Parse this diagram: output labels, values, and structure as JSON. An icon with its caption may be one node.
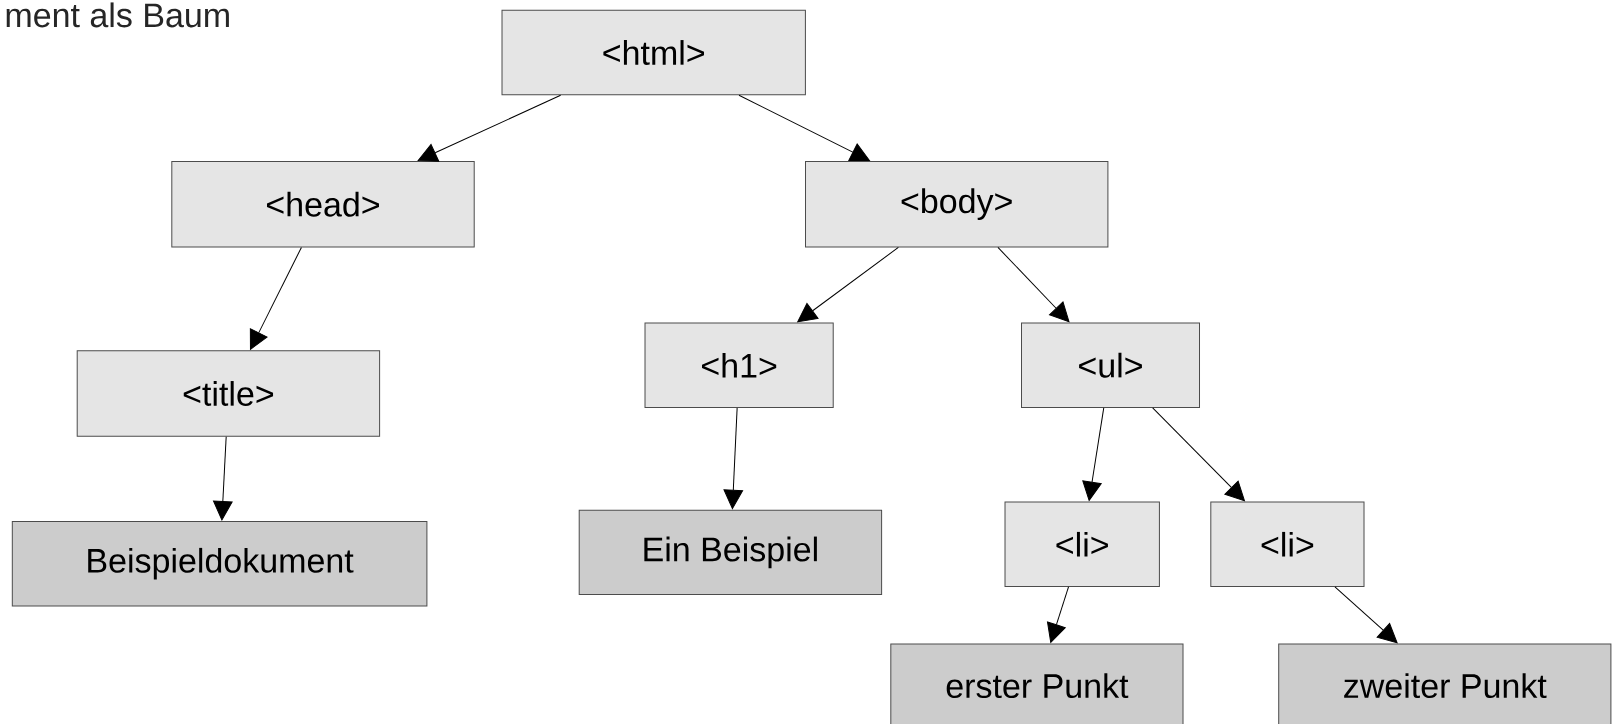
{
  "diagram": {
    "title": "ment als Baum",
    "nodes": [
      {
        "text": [
          "<html>"
        ]
      },
      {
        "text": [
          "<head>"
        ]
      },
      {
        "text": [
          "<body>"
        ]
      },
      {
        "text": [
          "<title>"
        ]
      },
      {
        "text": [
          "<h1>"
        ]
      },
      {
        "text": [
          "<ul>"
        ]
      },
      {
        "text": [
          "Beispieldokument"
        ]
      },
      {
        "text": [
          "Ein Beispiel"
        ]
      },
      {
        "text": [
          "<li>"
        ]
      },
      {
        "text": [
          "<li>"
        ]
      },
      {
        "text": [
          "erster Punkt"
        ]
      },
      {
        "text": [
          "zweiter Punkt"
        ]
      }
    ],
    "edges": [
      {
        "from": 0,
        "to": 1,
        "arrow": "to"
      },
      {
        "from": 0,
        "to": 2,
        "arrow": "to"
      },
      {
        "from": 1,
        "to": 3,
        "arrow": "to"
      },
      {
        "from": 2,
        "to": 4,
        "arrow": "to"
      },
      {
        "from": 2,
        "to": 5,
        "arrow": "to"
      },
      {
        "from": 3,
        "to": 6,
        "arrow": "to"
      },
      {
        "from": 4,
        "to": 7,
        "arrow": "to"
      },
      {
        "from": 5,
        "to": 8,
        "arrow": "to"
      },
      {
        "from": 5,
        "to": 9,
        "arrow": "to"
      },
      {
        "from": 8,
        "to": 10,
        "arrow": "to"
      },
      {
        "from": 9,
        "to": 11,
        "arrow": "to"
      }
    ]
  }
}
